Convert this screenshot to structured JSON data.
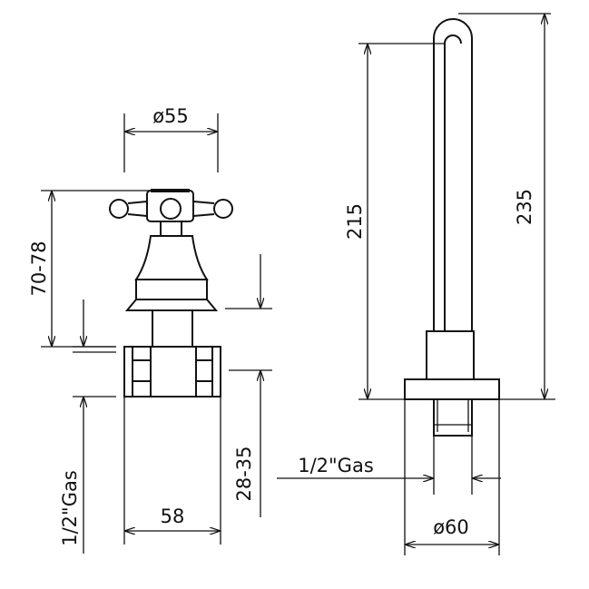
{
  "left_view": {
    "diameter_label": "ø55",
    "height_label": "70-78",
    "thread_label": "1/2\"Gas",
    "width_label": "58",
    "depth_label": "28-35"
  },
  "right_view": {
    "height_inner_label": "215",
    "height_total_label": "235",
    "thread_label": "1/2\"Gas",
    "diameter_label": "ø60"
  }
}
